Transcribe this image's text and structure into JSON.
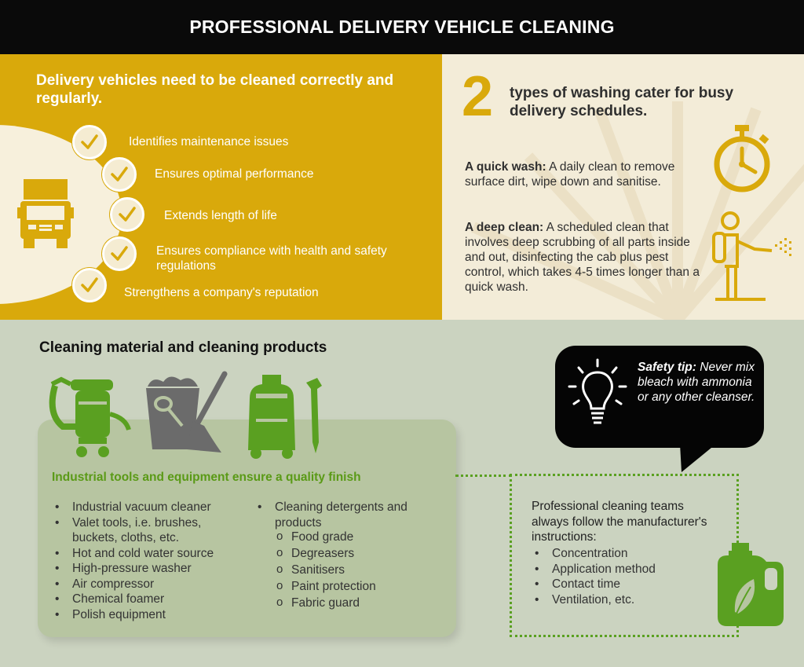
{
  "header": {
    "title": "PROFESSIONAL DELIVERY VEHICLE CLEANING"
  },
  "left": {
    "title": "Delivery vehicles need to be cleaned correctly and regularly.",
    "benefits": [
      "Identifies maintenance issues",
      "Ensures optimal performance",
      "Extends length of life",
      "Ensures compliance with health and safety regulations",
      "Strengthens a company's reputation"
    ]
  },
  "right": {
    "number": "2",
    "title": "types of washing cater for busy delivery schedules.",
    "quick_label": "A quick wash:",
    "quick_text": " A daily clean to remove surface dirt, wipe down and sanitise.",
    "deep_label": "A deep clean:",
    "deep_text": " A scheduled clean that involves deep scrubbing of all parts inside and out, disinfecting the cab plus pest control, which takes 4-5 times longer than a quick wash."
  },
  "materials": {
    "title": "Cleaning material and cleaning products",
    "subtitle": "Industrial tools and equipment ensure a quality finish",
    "col1": [
      "Industrial vacuum cleaner",
      "Valet tools, i.e. brushes, buckets, cloths, etc.",
      "Hot and cold water source",
      "High-pressure washer",
      "Air compressor",
      "Chemical foamer",
      "Polish equipment"
    ],
    "col2_head": "Cleaning detergents and products",
    "col2": [
      "Food grade",
      "Degreasers",
      "Sanitisers",
      "Paint protection",
      "Fabric guard"
    ]
  },
  "tip": {
    "label": "Safety tip:",
    "text": " Never mix bleach with ammonia or any other cleanser."
  },
  "pro": {
    "intro": "Professional cleaning teams always follow the manufacturer's instructions:",
    "items": [
      "Concentration",
      "Application method",
      "Contact time",
      "Ventilation, etc."
    ]
  },
  "colors": {
    "gold": "#d9a90b",
    "green": "#5aa021",
    "dark": "#0a0a0a",
    "cream": "#f3ecd8",
    "sage": "#cbd3c0"
  },
  "icons": [
    "truck-icon",
    "check-icon",
    "stopwatch-icon",
    "sprayer-person-icon",
    "vacuum-icon",
    "bucket-mop-icon",
    "pressure-washer-icon",
    "lightbulb-icon",
    "detergent-bottle-icon"
  ]
}
